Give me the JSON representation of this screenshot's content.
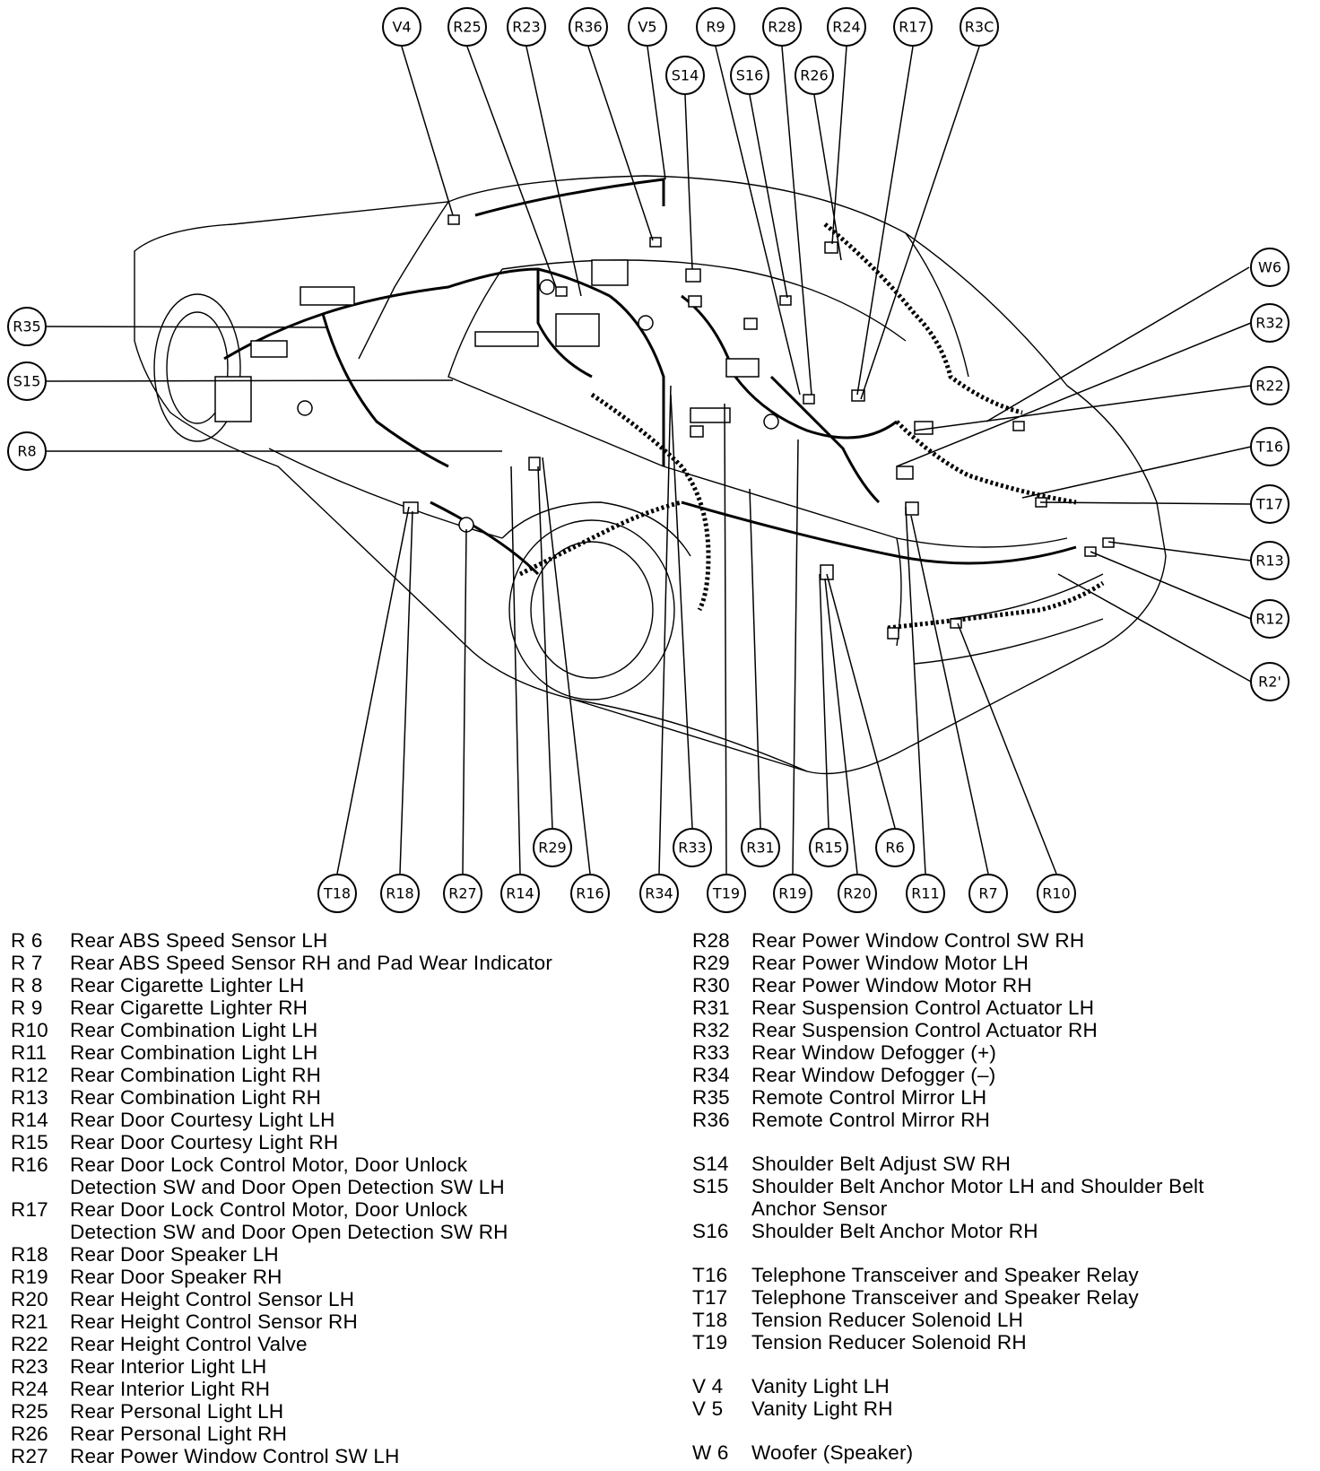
{
  "callouts_top": [
    "V4",
    "R25",
    "R23",
    "R36",
    "V5",
    "R9",
    "R28",
    "R24",
    "R17",
    "R3C",
    "S14",
    "S16",
    "R26"
  ],
  "callouts_left": [
    "R35",
    "S15",
    "R8"
  ],
  "callouts_right": [
    "W6",
    "R32",
    "R22",
    "T16",
    "T17",
    "R13",
    "R12",
    "R2'"
  ],
  "callouts_bottom": [
    "R29",
    "R33",
    "R31",
    "R15",
    "R6",
    "T18",
    "R18",
    "R27",
    "R14",
    "R16",
    "R34",
    "T19",
    "R19",
    "R20",
    "R11",
    "R7",
    "R10"
  ],
  "legend_left": [
    {
      "code": "R 6",
      "desc": "Rear ABS Speed Sensor LH"
    },
    {
      "code": "R 7",
      "desc": "Rear ABS Speed Sensor RH and Pad Wear Indicator"
    },
    {
      "code": "R 8",
      "desc": "Rear Cigarette Lighter LH"
    },
    {
      "code": "R 9",
      "desc": "Rear Cigarette Lighter RH"
    },
    {
      "code": "R10",
      "desc": "Rear Combination Light LH"
    },
    {
      "code": "R11",
      "desc": "Rear Combination Light LH"
    },
    {
      "code": "R12",
      "desc": "Rear Combination Light RH"
    },
    {
      "code": "R13",
      "desc": "Rear Combination Light RH"
    },
    {
      "code": "R14",
      "desc": "Rear Door Courtesy Light LH"
    },
    {
      "code": "R15",
      "desc": "Rear Door Courtesy Light RH"
    },
    {
      "code": "R16",
      "desc": "Rear Door Lock Control Motor, Door Unlock\nDetection SW and Door Open Detection SW LH"
    },
    {
      "code": "R17",
      "desc": "Rear Door Lock Control Motor, Door Unlock\nDetection SW and Door Open Detection SW RH"
    },
    {
      "code": "R18",
      "desc": "Rear Door Speaker LH"
    },
    {
      "code": "R19",
      "desc": "Rear Door Speaker RH"
    },
    {
      "code": "R20",
      "desc": "Rear Height Control Sensor LH"
    },
    {
      "code": "R21",
      "desc": "Rear Height Control Sensor RH"
    },
    {
      "code": "R22",
      "desc": "Rear Height Control Valve"
    },
    {
      "code": "R23",
      "desc": "Rear Interior Light LH"
    },
    {
      "code": "R24",
      "desc": "Rear Interior Light RH"
    },
    {
      "code": "R25",
      "desc": "Rear Personal Light LH"
    },
    {
      "code": "R26",
      "desc": "Rear Personal Light RH"
    },
    {
      "code": "R27",
      "desc": "Rear Power Window Control SW LH"
    }
  ],
  "legend_right_groups": [
    [
      {
        "code": "R28",
        "desc": "Rear Power Window Control SW RH"
      },
      {
        "code": "R29",
        "desc": "Rear Power Window Motor LH"
      },
      {
        "code": "R30",
        "desc": "Rear Power Window Motor RH"
      },
      {
        "code": "R31",
        "desc": "Rear Suspension Control Actuator LH"
      },
      {
        "code": "R32",
        "desc": "Rear Suspension Control Actuator RH"
      },
      {
        "code": "R33",
        "desc": "Rear Window Defogger (+)"
      },
      {
        "code": "R34",
        "desc": "Rear Window Defogger (–)"
      },
      {
        "code": "R35",
        "desc": "Remote Control Mirror LH"
      },
      {
        "code": "R36",
        "desc": "Remote Control Mirror RH"
      }
    ],
    [
      {
        "code": "S14",
        "desc": "Shoulder Belt Adjust SW RH"
      },
      {
        "code": "S15",
        "desc": "Shoulder Belt Anchor Motor LH and Shoulder Belt\nAnchor Sensor"
      },
      {
        "code": "S16",
        "desc": "Shoulder Belt Anchor Motor RH"
      }
    ],
    [
      {
        "code": "T16",
        "desc": "Telephone Transceiver and Speaker Relay"
      },
      {
        "code": "T17",
        "desc": "Telephone Transceiver and Speaker Relay"
      },
      {
        "code": "T18",
        "desc": "Tension Reducer Solenoid LH"
      },
      {
        "code": "T19",
        "desc": "Tension Reducer Solenoid RH"
      }
    ],
    [
      {
        "code": "V 4",
        "desc": "Vanity Light LH"
      },
      {
        "code": "V 5",
        "desc": "Vanity Light RH"
      }
    ],
    [
      {
        "code": "W 6",
        "desc": "Woofer (Speaker)"
      }
    ]
  ]
}
